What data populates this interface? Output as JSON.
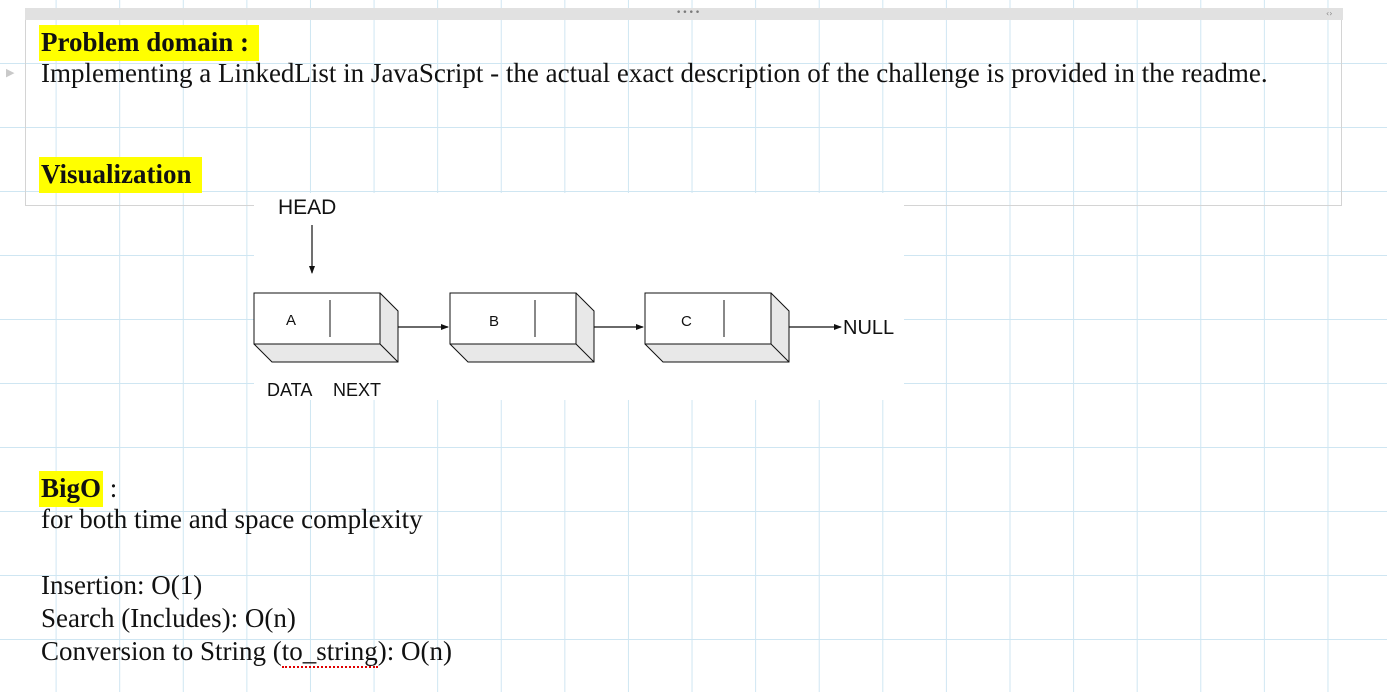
{
  "sections": {
    "problem_heading": "Problem domain :",
    "problem_text": "Implementing a LinkedList in JavaScript - the actual exact description of the challenge is provided in the readme.",
    "visualization_heading": "Visualization",
    "bigo_heading": "BigO",
    "bigo_colon": " :",
    "bigo_sub": "for both time and space complexity",
    "insertion": "Insertion: O(1)",
    "search": "Search (Includes): O(n)",
    "conversion_prefix": "Conversion to String (",
    "conversion_code": "to_string",
    "conversion_suffix": "): O(n)"
  },
  "diagram": {
    "head_label": "HEAD",
    "nodes": [
      "A",
      "B",
      "C"
    ],
    "null_label": "NULL",
    "data_label": "DATA",
    "next_label": "NEXT"
  },
  "icons": {
    "grip": "grip-dots-icon",
    "arrows": "collapse-arrows-icon",
    "bullet": "bullet-handle-icon"
  },
  "colors": {
    "highlight": "#ffff00",
    "grid": "#cfe6f2",
    "spellcheck": "#e00000"
  }
}
